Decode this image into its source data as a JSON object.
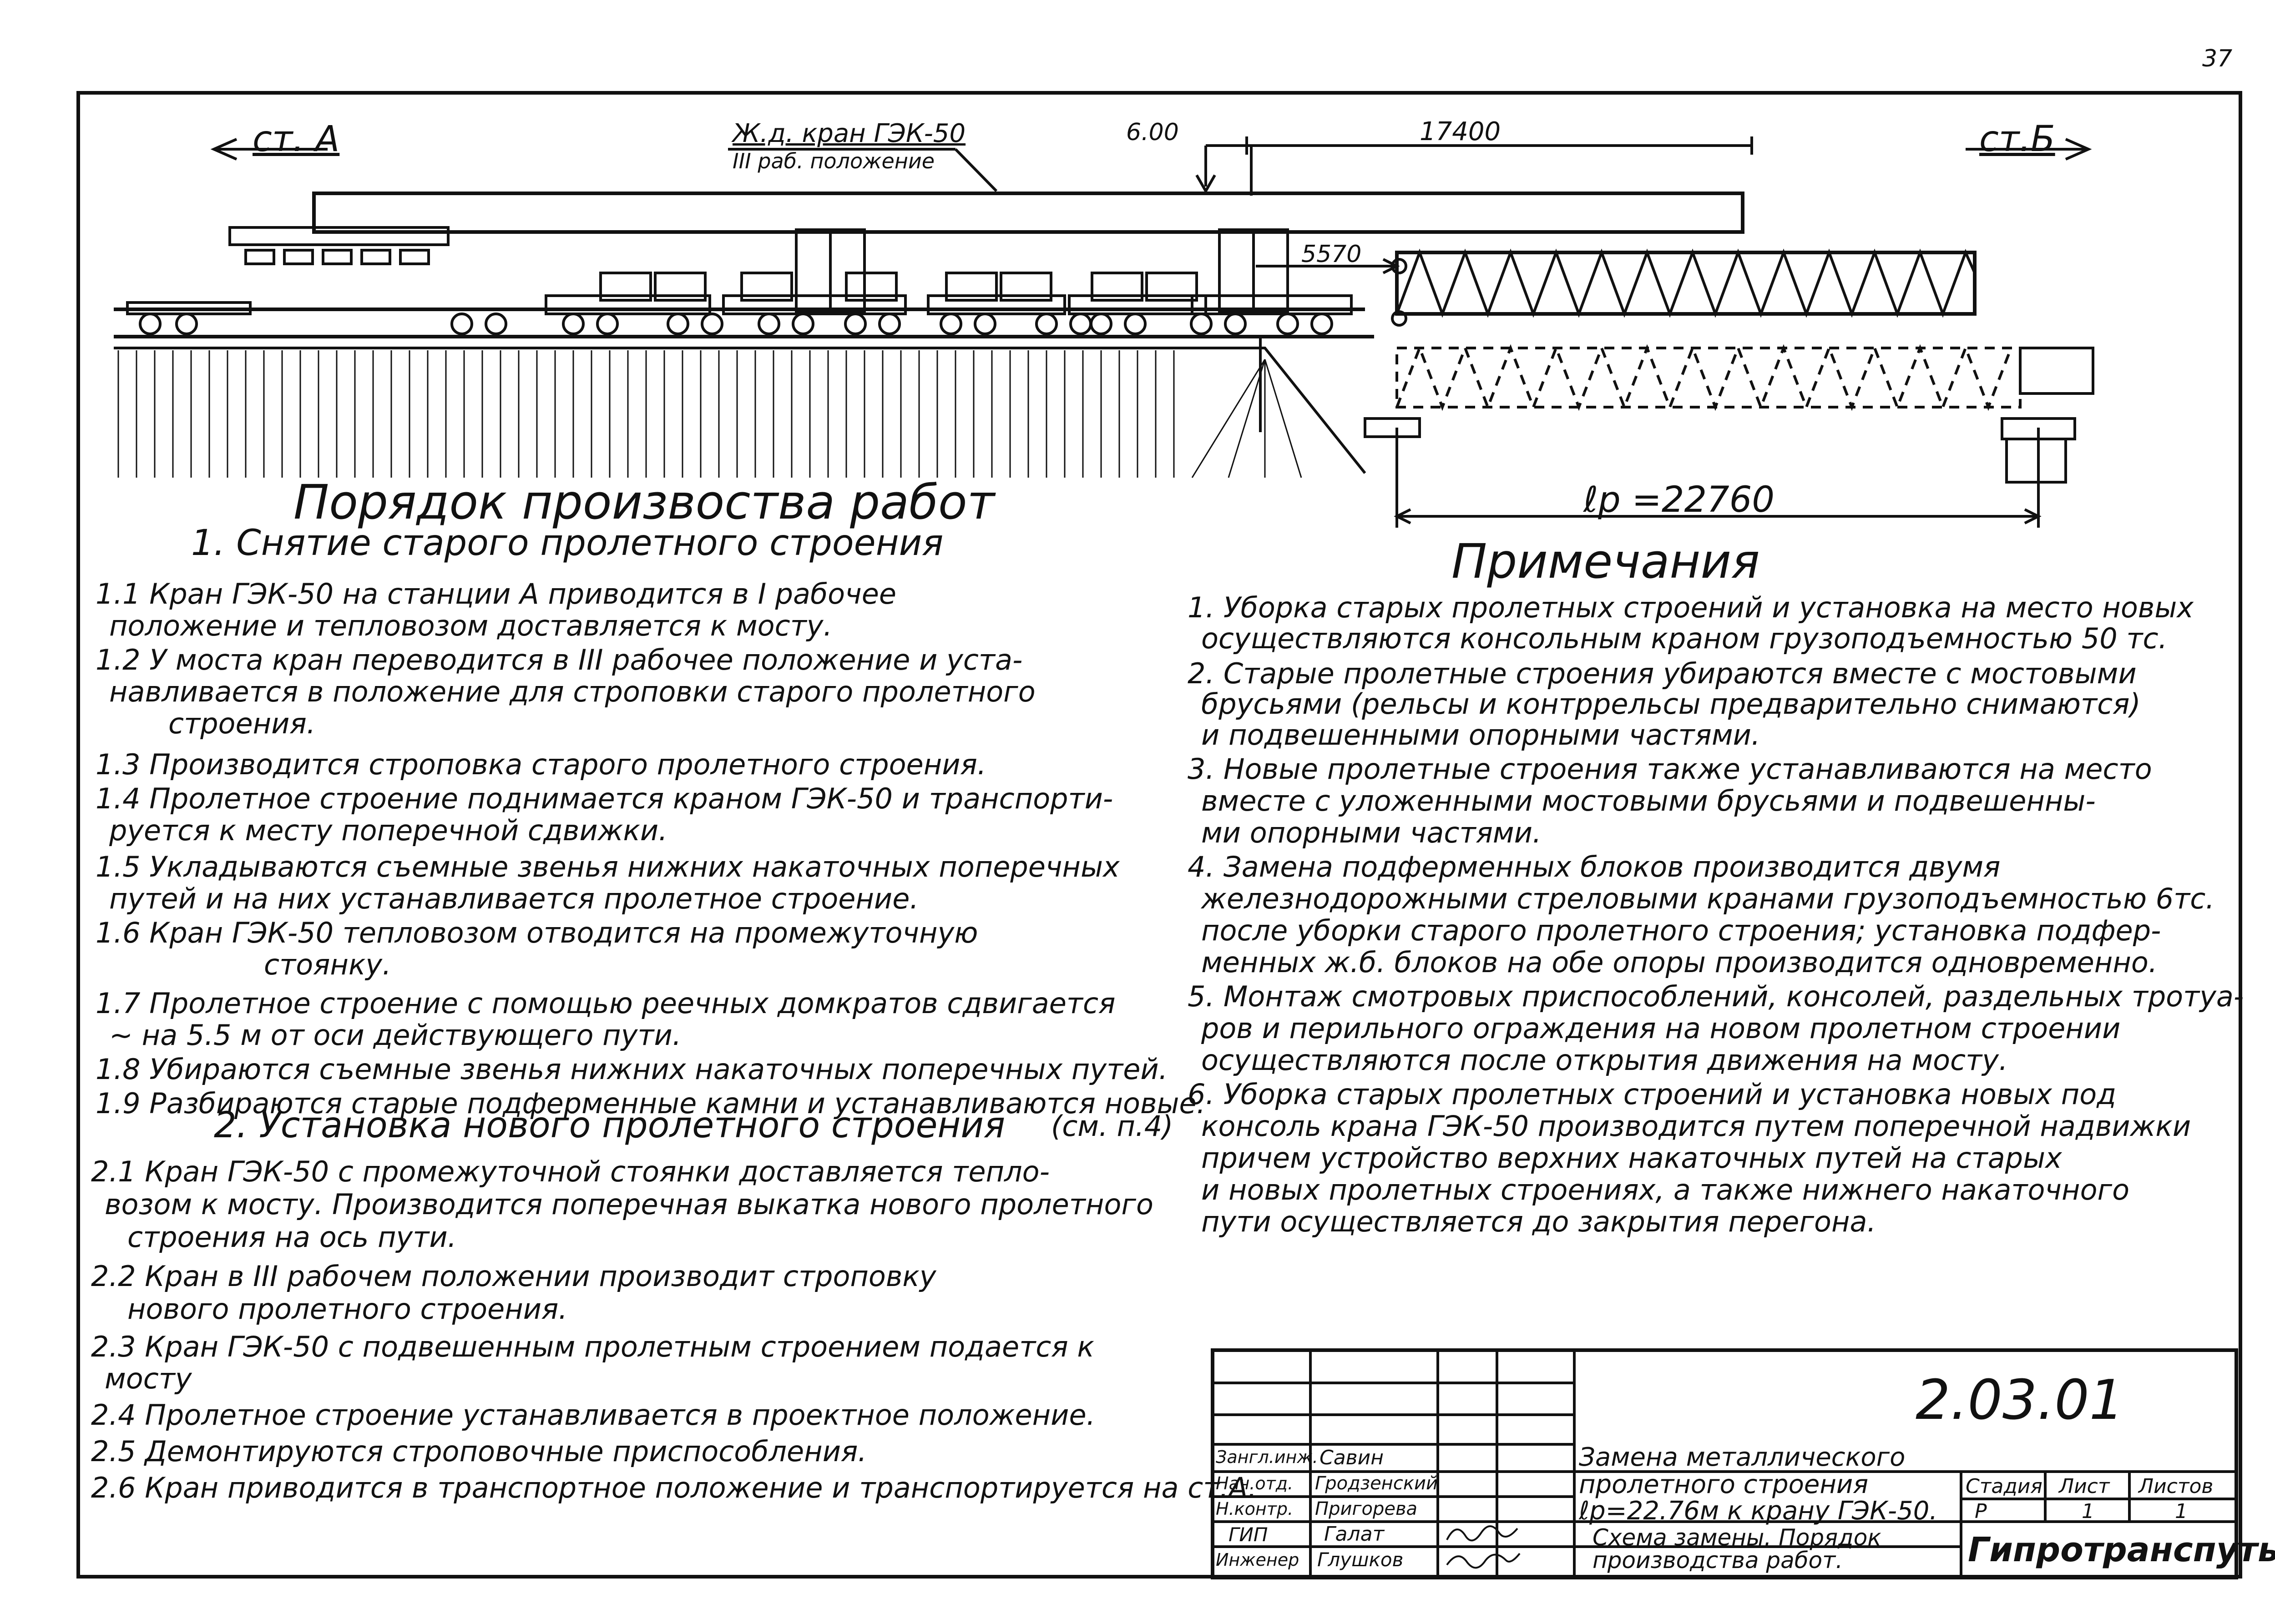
{
  "page_number": "37",
  "drawing": {
    "station_left": "ст. А",
    "station_right": "ст.Б",
    "crane_label": "Ж.д. кран ГЭК-50",
    "crane_position": "III раб. положение",
    "dim_600": "6.00",
    "dim_17400": "17400",
    "dim_5570": "5570",
    "span_label": "ℓр =22760"
  },
  "procedure": {
    "title": "Порядок произвоства работ",
    "section1_title": "1. Снятие старого пролетного строения",
    "section1_lines": [
      "1.1 Кран ГЭК-50 на станции А приводится в I рабочее",
      "положение и тепловозом доставляется к мосту.",
      "1.2 У моста кран переводится в III рабочее положение и уста-",
      "навливается в положение для строповки старого пролетного",
      "строения.",
      "1.3 Производится строповка старого пролетного строения.",
      "1.4 Пролетное строение поднимается краном ГЭК-50 и транспорти-",
      "руется к месту поперечной сдвижки.",
      "1.5 Укладываются съемные звенья нижних накаточных поперечных",
      "путей и на них устанавливается пролетное строение.",
      "1.6 Кран ГЭК-50 тепловозом отводится на промежуточную",
      "стоянку.",
      "1.7 Пролетное строение с помощью реечных домкратов сдвигается",
      "~ на 5.5 м от оси действующего пути.",
      "1.8 Убираются съемные звенья нижних накаточных поперечных путей.",
      "1.9 Разбираются старые подферменные камни и устанавливаются новые.",
      "(см. п.4)"
    ],
    "section2_title": "2. Установка нового пролетного строения",
    "section2_lines": [
      "2.1 Кран ГЭК-50 с промежуточной стоянки доставляется тепло-",
      "возом к мосту. Производится поперечная выкатка нового пролетного",
      "строения на ось пути.",
      "2.2 Кран в III рабочем положении производит строповку",
      "нового пролетного строения.",
      "2.3 Кран ГЭК-50 с подвешенным пролетным строением подается к",
      "мосту",
      "2.4 Пролетное строение устанавливается в проектное положение.",
      "2.5 Демонтируются строповочные приспособления.",
      "2.6 Кран приводится в транспортное положение и транспортируется на ст.А."
    ]
  },
  "notes": {
    "title": "Примечания",
    "lines": [
      "1. Уборка старых пролетных строений и установка на место новых",
      "осуществляются консольным краном грузоподъемностью 50 тс.",
      "2. Старые пролетные строения убираются вместе с мостовыми",
      "брусьями (рельсы и контррельсы предварительно снимаются)",
      "и подвешенными опорными частями.",
      "3. Новые пролетные строения также устанавливаются на место",
      "вместе с уложенными мостовыми брусьями и подвешенны-",
      "ми опорными частями.",
      "4. Замена подферменных блоков производится двумя",
      "железнодорожными стреловыми кранами грузоподъемностью 6тс.",
      "после уборки старого пролетного строения; установка подфер-",
      "менных ж.б. блоков на обе опоры производится одновременно.",
      "5. Монтаж смотровых приспособлений, консолей, раздельных тротуа-",
      "ров и перильного ограждения на новом пролетном строении",
      "осуществляются после открытия движения на мосту.",
      "6. Уборка старых пролетных строений и установка новых под",
      "консоль крана ГЭК-50 производится путем поперечной надвижки",
      "причем устройство верхних накаточных путей на старых",
      "и новых пролетных строениях, а также нижнего накаточного",
      "пути осуществляется до закрытия перегона."
    ]
  },
  "title_block": {
    "code": "2.03.01",
    "roles": [
      "Зангл.инж.",
      "Нач.отд.",
      "Н.контр.",
      "ГИП",
      "Инженер"
    ],
    "names": [
      "Савин",
      "Гродзенский",
      "Пригорева",
      "Галат",
      "Глушков"
    ],
    "title_line1": "Замена металлического",
    "title_line2": "пролетного строения",
    "title_line3": "ℓр=22.76м к крану ГЭК-50.",
    "subtitle_line1": "Схема замены. Порядок",
    "subtitle_line2": "производства работ.",
    "col_stage": "Стадия",
    "col_sheet": "Лист",
    "col_sheets": "Листов",
    "stage_value": "Р",
    "sheet_value": "1",
    "sheets_value": "1",
    "organization": "Гипротрансп­уть"
  }
}
